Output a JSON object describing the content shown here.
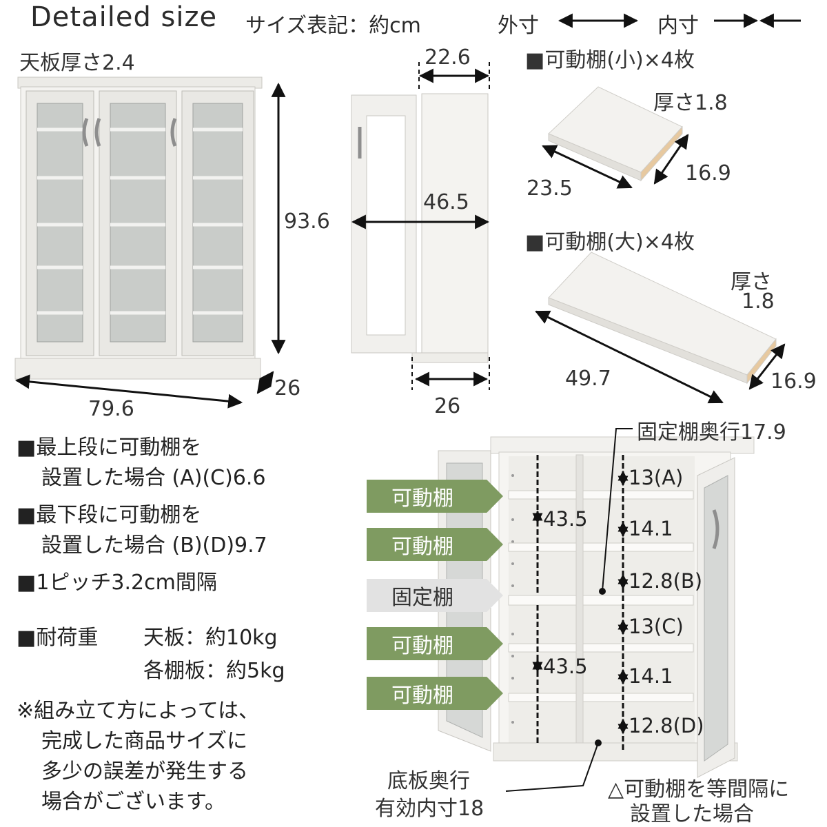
{
  "header": {
    "title": "Detailed size",
    "subtitle": "サイズ表記：約cm",
    "outer_label": "外寸",
    "inner_label": "内寸"
  },
  "front": {
    "top_thickness": "天板厚さ2.4",
    "height": "93.6",
    "width": "79.6",
    "depth": "26"
  },
  "side": {
    "top_depth": "22.6",
    "inner_width": "46.5",
    "bottom_depth": "26"
  },
  "small_shelf": {
    "label": "■可動棚(小)×4枚",
    "thickness": "厚さ1.8",
    "length": "23.5",
    "depth": "16.9"
  },
  "large_shelf": {
    "label": "■可動棚(大)×4枚",
    "thickness_line1": "厚さ",
    "thickness_line2": "1.8",
    "length": "49.7",
    "depth": "16.9"
  },
  "notes": {
    "n1_line1": "■最上段に可動棚を",
    "n1_line2": "設置した場合 (A)(C)6.6",
    "n2_line1": "■最下段に可動棚を",
    "n2_line2": "設置した場合 (B)(D)9.7",
    "n3": "■1ピッチ3.2cm間隔",
    "load_label": "■耐荷重",
    "load_top": "天板：約10kg",
    "load_shelf": "各棚板：約5kg",
    "caveat_line1": "※組み立て方によっては、",
    "caveat_line2": "完成した商品サイズに",
    "caveat_line3": "多少の誤差が発生する",
    "caveat_line4": "場合がございます。"
  },
  "interior": {
    "fixed_depth": "固定棚奥行17.9",
    "pills": [
      "可動棚",
      "可動棚",
      "固定棚",
      "可動棚",
      "可動棚"
    ],
    "left_gap_top": "43.5",
    "left_gap_bottom": "43.5",
    "gaps": [
      "13(A)",
      "14.1",
      "12.8(B)",
      "13(C)",
      "14.1",
      "12.8(D)"
    ],
    "bottom_depth_line1": "底板奥行",
    "bottom_depth_line2": "有効内寸18",
    "equal_note_line1": "△可動棚を等間隔に",
    "equal_note_line2": "設置した場合"
  },
  "colors": {
    "movable": "#7f9b61",
    "fixed": "#e2e2e2",
    "cabinet": "#f3f2ef"
  }
}
